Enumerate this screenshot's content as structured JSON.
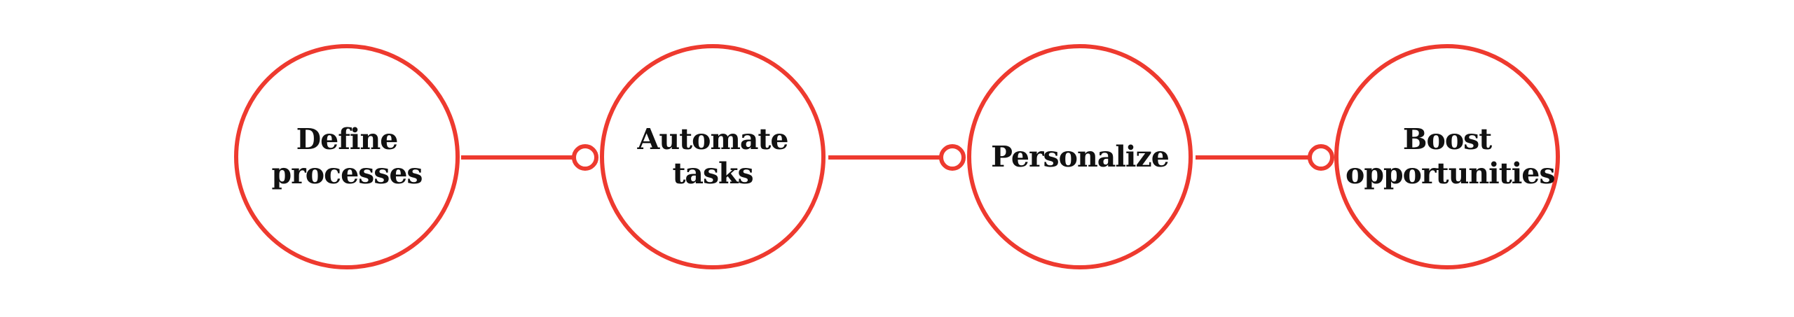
{
  "diagram": {
    "accent_color": "#EE3A2F",
    "steps": [
      {
        "label": "Define processes"
      },
      {
        "label": "Automate tasks"
      },
      {
        "label": "Personalize"
      },
      {
        "label": "Boost opportunities"
      }
    ],
    "connections": [
      {
        "from": 0,
        "to": 1
      },
      {
        "from": 1,
        "to": 2
      },
      {
        "from": 2,
        "to": 3
      }
    ]
  }
}
